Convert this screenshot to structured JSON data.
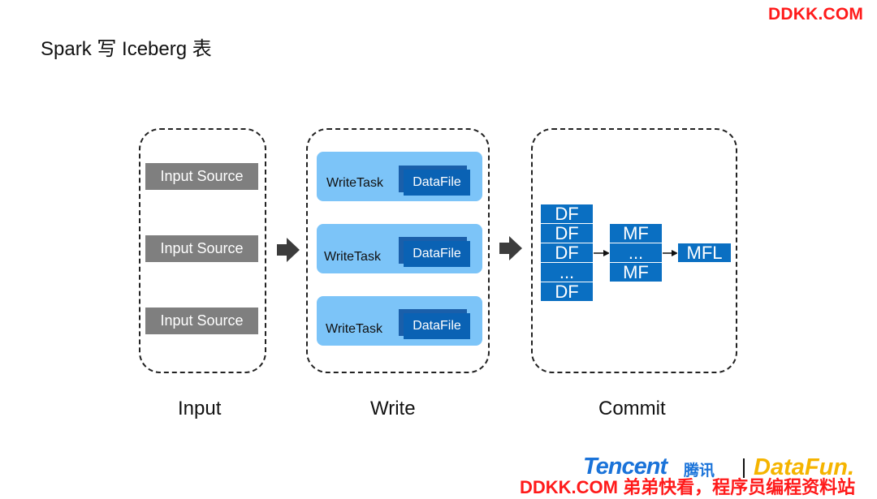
{
  "watermark_top": "DDKK.COM",
  "title": "Spark 写 Iceberg 表",
  "input_stage": {
    "sources": [
      "Input Source",
      "Input Source",
      "Input Source"
    ],
    "label": "Input"
  },
  "write_stage": {
    "tasks": [
      {
        "task": "WriteTask",
        "file": "DataFile"
      },
      {
        "task": "WriteTask",
        "file": "DataFile"
      },
      {
        "task": "WriteTask",
        "file": "DataFile"
      }
    ],
    "label": "Write"
  },
  "commit_stage": {
    "df_cells": [
      "DF",
      "DF",
      "DF",
      "...",
      "DF"
    ],
    "mf_cells": [
      "MF",
      "...",
      "MF"
    ],
    "mfl": "MFL",
    "label": "Commit"
  },
  "footer": {
    "brand_tencent": "Tencent",
    "brand_tencent_cn": "腾讯",
    "brand_datafun": "DataFun.",
    "watermark": "DDKK.COM 弟弟快看，程序员编程资料站"
  },
  "colors": {
    "watermark": "#ff1a1a",
    "input_source": "#7f7f7f",
    "write_task": "#7cc4f8",
    "data_file": "#0a62b4",
    "commit_cells": "#0a6fc2",
    "arrow": "#3c3c3c"
  }
}
